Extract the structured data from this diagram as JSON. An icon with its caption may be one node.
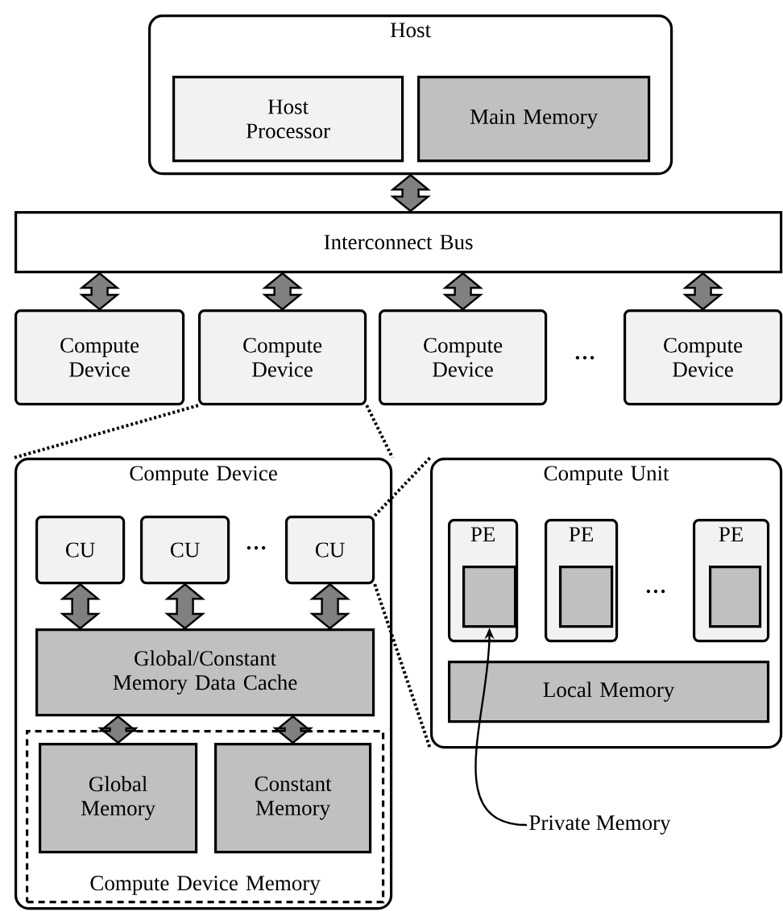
{
  "diagram": {
    "nodes": [
      {
        "text": [
          "Host"
        ]
      },
      {
        "text": [
          "Host Processor"
        ],
        "in": 0
      },
      {
        "text": [
          "Main Memory"
        ],
        "in": 0
      },
      {
        "text": [
          "Interconnect Bus"
        ]
      },
      {
        "text": [
          "Compute Device"
        ]
      },
      {
        "text": [
          "Compute Device"
        ]
      },
      {
        "text": [
          "Compute Device"
        ]
      },
      {
        "text": [
          "Compute Device"
        ]
      },
      {
        "text": [
          "Compute Device"
        ]
      },
      {
        "text": [
          "CU"
        ],
        "in": 8
      },
      {
        "text": [
          "CU"
        ],
        "in": 8
      },
      {
        "text": [
          "CU"
        ],
        "in": 8
      },
      {
        "text": [
          "Global/Constant Memory Data Cache"
        ],
        "in": 8
      },
      {
        "text": [
          "Compute Device Memory"
        ],
        "in": 8
      },
      {
        "text": [
          "Global Memory"
        ],
        "in": 13
      },
      {
        "text": [
          "Constant Memory"
        ],
        "in": 13
      },
      {
        "text": [
          "Compute Unit"
        ]
      },
      {
        "text": [
          "PE"
        ],
        "in": 16
      },
      {
        "text": [],
        "shape": "box",
        "in": 17
      },
      {
        "text": [
          "PE"
        ],
        "in": 16
      },
      {
        "text": [],
        "shape": "box",
        "in": 19
      },
      {
        "text": [
          "PE"
        ],
        "in": 16
      },
      {
        "text": [],
        "shape": "box",
        "in": 21
      },
      {
        "text": [
          "Local Memory"
        ],
        "in": 16
      },
      {
        "text": [
          "Private Memory"
        ]
      }
    ],
    "edges": [
      {
        "from": 0,
        "to": 3,
        "arrow": "both"
      },
      {
        "from": 3,
        "to": 4,
        "arrow": "both"
      },
      {
        "from": 3,
        "to": 5,
        "arrow": "both"
      },
      {
        "from": 3,
        "to": 6,
        "arrow": "both"
      },
      {
        "from": 3,
        "to": 7,
        "arrow": "both"
      },
      {
        "from": 5,
        "to": 8,
        "arrow": "none",
        "style": "dashed"
      },
      {
        "from": 5,
        "to": 8,
        "arrow": "none",
        "style": "dashed"
      },
      {
        "from": 9,
        "to": 12,
        "arrow": "both"
      },
      {
        "from": 10,
        "to": 12,
        "arrow": "both"
      },
      {
        "from": 11,
        "to": 12,
        "arrow": "both"
      },
      {
        "from": 12,
        "to": 14,
        "arrow": "both"
      },
      {
        "from": 12,
        "to": 15,
        "arrow": "both"
      },
      {
        "from": 11,
        "to": 16,
        "arrow": "none",
        "style": "dashed"
      },
      {
        "from": 11,
        "to": 16,
        "arrow": "none",
        "style": "dashed"
      },
      {
        "from": 24,
        "to": 18,
        "arrow": "to"
      }
    ],
    "labels": [
      "…",
      "…",
      "…"
    ]
  }
}
